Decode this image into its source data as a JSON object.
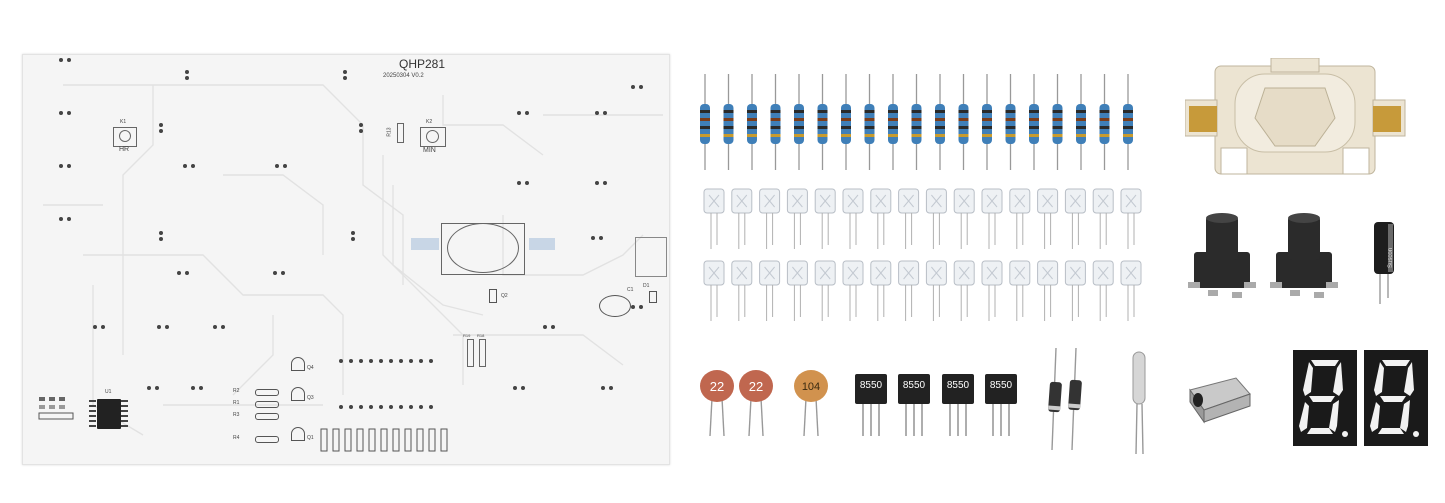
{
  "pcb": {
    "title": "QHP281",
    "version": "20250304  V0.2",
    "labels": {
      "k1": "K1",
      "hr": "HR",
      "k2": "K2",
      "min": "MIN",
      "r13": "R13",
      "q2": "Q2",
      "c1": "C1",
      "d1": "D1",
      "q4": "Q4",
      "q3": "Q3",
      "q1": "Q1",
      "r1": "R1",
      "r2": "R2",
      "r3": "R3",
      "r4": "R4",
      "r18": "R18",
      "r19": "R19",
      "u1": "U1"
    }
  },
  "kit": {
    "resistor_count": 19,
    "led_rows": 2,
    "leds_per_row": 16,
    "capacitors": [
      "22",
      "22",
      "104"
    ],
    "transistors": [
      "8550",
      "8550",
      "8550",
      "8550"
    ],
    "capacitor_brand": "Suscon",
    "seven_seg_count": 2,
    "colors": {
      "resistor_body": "#3f7fb8",
      "ceramic_cap": "#c0674f",
      "mono_cap": "#d1924e",
      "battery_holder": "#ece4d2",
      "holder_contact": "#c79a3a",
      "switch_black": "#2a2a2a",
      "display_black": "#1a1a1a"
    }
  }
}
